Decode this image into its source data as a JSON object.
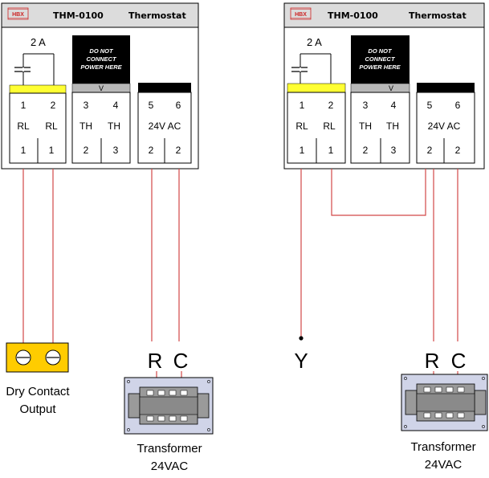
{
  "units": [
    {
      "brand": "HBX",
      "model": "THM-0100",
      "type": "Thermostat",
      "fuse": "2 A",
      "warning": [
        "DO NOT",
        "CONNECT",
        "POWER HERE"
      ],
      "arrow": "V",
      "terminals": [
        {
          "num": "1",
          "label": "RL",
          "sub": "1"
        },
        {
          "num": "2",
          "label": "RL",
          "sub": "1"
        },
        {
          "num": "3",
          "label": "TH",
          "sub": "2"
        },
        {
          "num": "4",
          "label": "TH",
          "sub": "3"
        },
        {
          "num": "5",
          "label": "24V AC",
          "sub": "2"
        },
        {
          "num": "6",
          "label": "",
          "sub": "2"
        }
      ]
    },
    {
      "brand": "HBX",
      "model": "THM-0100",
      "type": "Thermostat",
      "fuse": "2 A",
      "warning": [
        "DO NOT",
        "CONNECT",
        "POWER HERE"
      ],
      "arrow": "V",
      "terminals": [
        {
          "num": "1",
          "label": "RL",
          "sub": "1"
        },
        {
          "num": "2",
          "label": "RL",
          "sub": "1"
        },
        {
          "num": "3",
          "label": "TH",
          "sub": "2"
        },
        {
          "num": "4",
          "label": "TH",
          "sub": "3"
        },
        {
          "num": "5",
          "label": "24V AC",
          "sub": "2"
        },
        {
          "num": "6",
          "label": "",
          "sub": "2"
        }
      ]
    }
  ],
  "left_wiring": {
    "dry_contact": [
      "Dry Contact",
      "Output"
    ],
    "r": "R",
    "c": "C",
    "transformer": [
      "Transformer",
      "24VAC"
    ]
  },
  "right_wiring": {
    "y": "Y",
    "r": "R",
    "c": "C",
    "transformer": [
      "Transformer",
      "24VAC"
    ]
  },
  "colors": {
    "wire": "#d24848",
    "fuse_strip": "#ffff33",
    "terminal_block": "#ffcc00",
    "transformer_fill": "#d0d4e8",
    "header_fill": "#dcdcdc"
  }
}
